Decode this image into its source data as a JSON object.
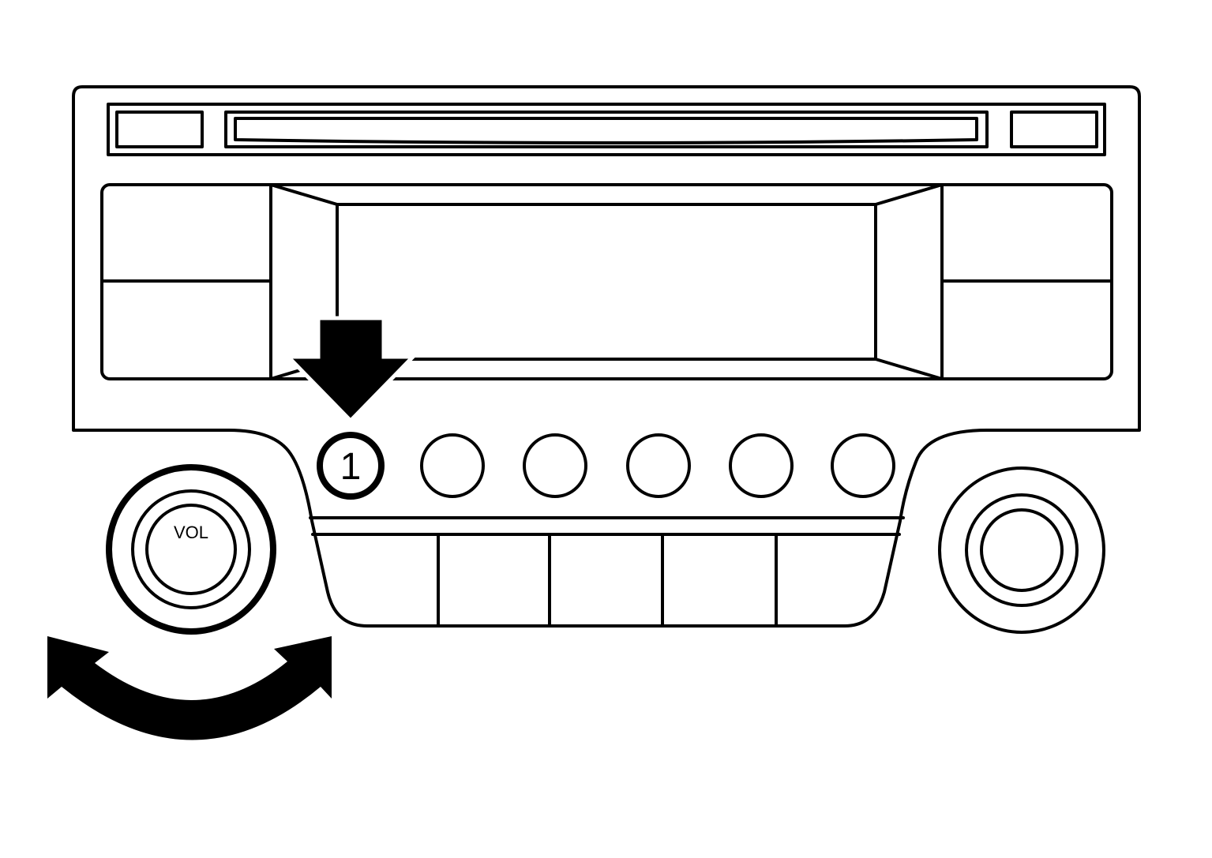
{
  "colors": {
    "ink": "#000000",
    "paper": "#ffffff"
  },
  "volume_knob": {
    "label": "VOL",
    "icon": "rotate-double-arrow-icon"
  },
  "preset_buttons": [
    {
      "label": "1",
      "highlighted": true
    },
    {
      "label": "",
      "highlighted": false
    },
    {
      "label": "",
      "highlighted": false
    },
    {
      "label": "",
      "highlighted": false
    },
    {
      "label": "",
      "highlighted": false
    },
    {
      "label": "",
      "highlighted": false
    }
  ],
  "pointer": {
    "icon": "down-arrow-icon",
    "target": "preset-button-1"
  },
  "right_knob": {
    "label": "",
    "icon": "knob-icon"
  }
}
